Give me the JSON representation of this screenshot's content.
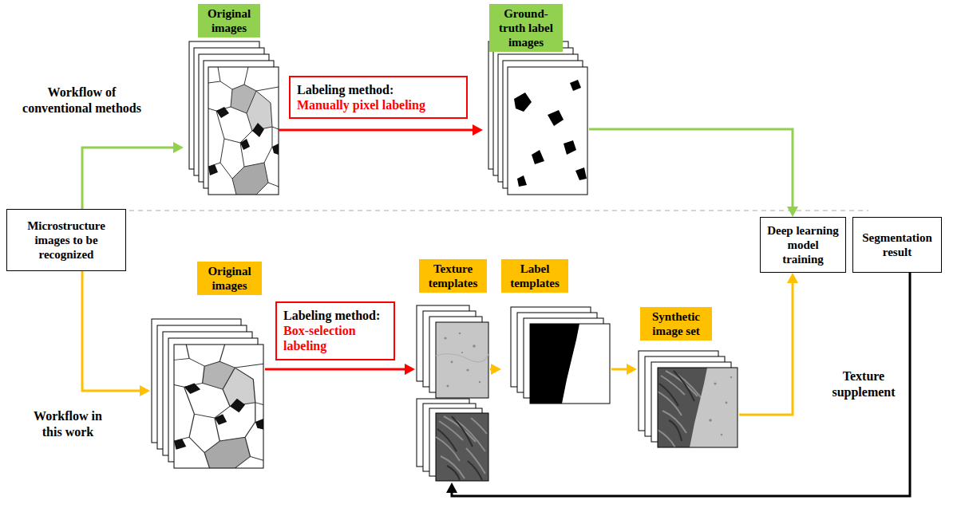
{
  "diagram": {
    "nodes": [
      {
        "text": [
          "Microstructure images to be recognized"
        ]
      },
      {
        "text": [
          "Original images"
        ]
      },
      {
        "text": [
          "Labeling method:",
          "Manually pixel labeling"
        ]
      },
      {
        "text": [
          "Ground-truth label images"
        ]
      },
      {
        "text": [
          "Deep learning model training"
        ]
      },
      {
        "text": [
          "Segmentation result"
        ]
      },
      {
        "text": [
          "Original images"
        ]
      },
      {
        "text": [
          "Labeling method:",
          "Box-selection labeling"
        ]
      },
      {
        "text": [
          "Texture templates"
        ]
      },
      {
        "text": [
          "Label templates"
        ]
      },
      {
        "text": [
          "Synthetic image set"
        ]
      }
    ],
    "edges": [
      {
        "from": 0,
        "to": 1,
        "arrow": "to"
      },
      {
        "from": 1,
        "to": 3,
        "arrow": "to"
      },
      {
        "from": 3,
        "to": 4,
        "arrow": "to"
      },
      {
        "from": 0,
        "to": 6,
        "arrow": "to"
      },
      {
        "from": 6,
        "to": 8,
        "arrow": "to"
      },
      {
        "from": 8,
        "to": 9,
        "arrow": "to"
      },
      {
        "from": 9,
        "to": 10,
        "arrow": "to"
      },
      {
        "from": 10,
        "to": 4,
        "arrow": "to"
      },
      {
        "from": 5,
        "to": 8,
        "arrow": "to"
      }
    ],
    "labels": [
      "Workflow of conventional methods",
      "Workflow in this work",
      "Texture supplement"
    ]
  }
}
